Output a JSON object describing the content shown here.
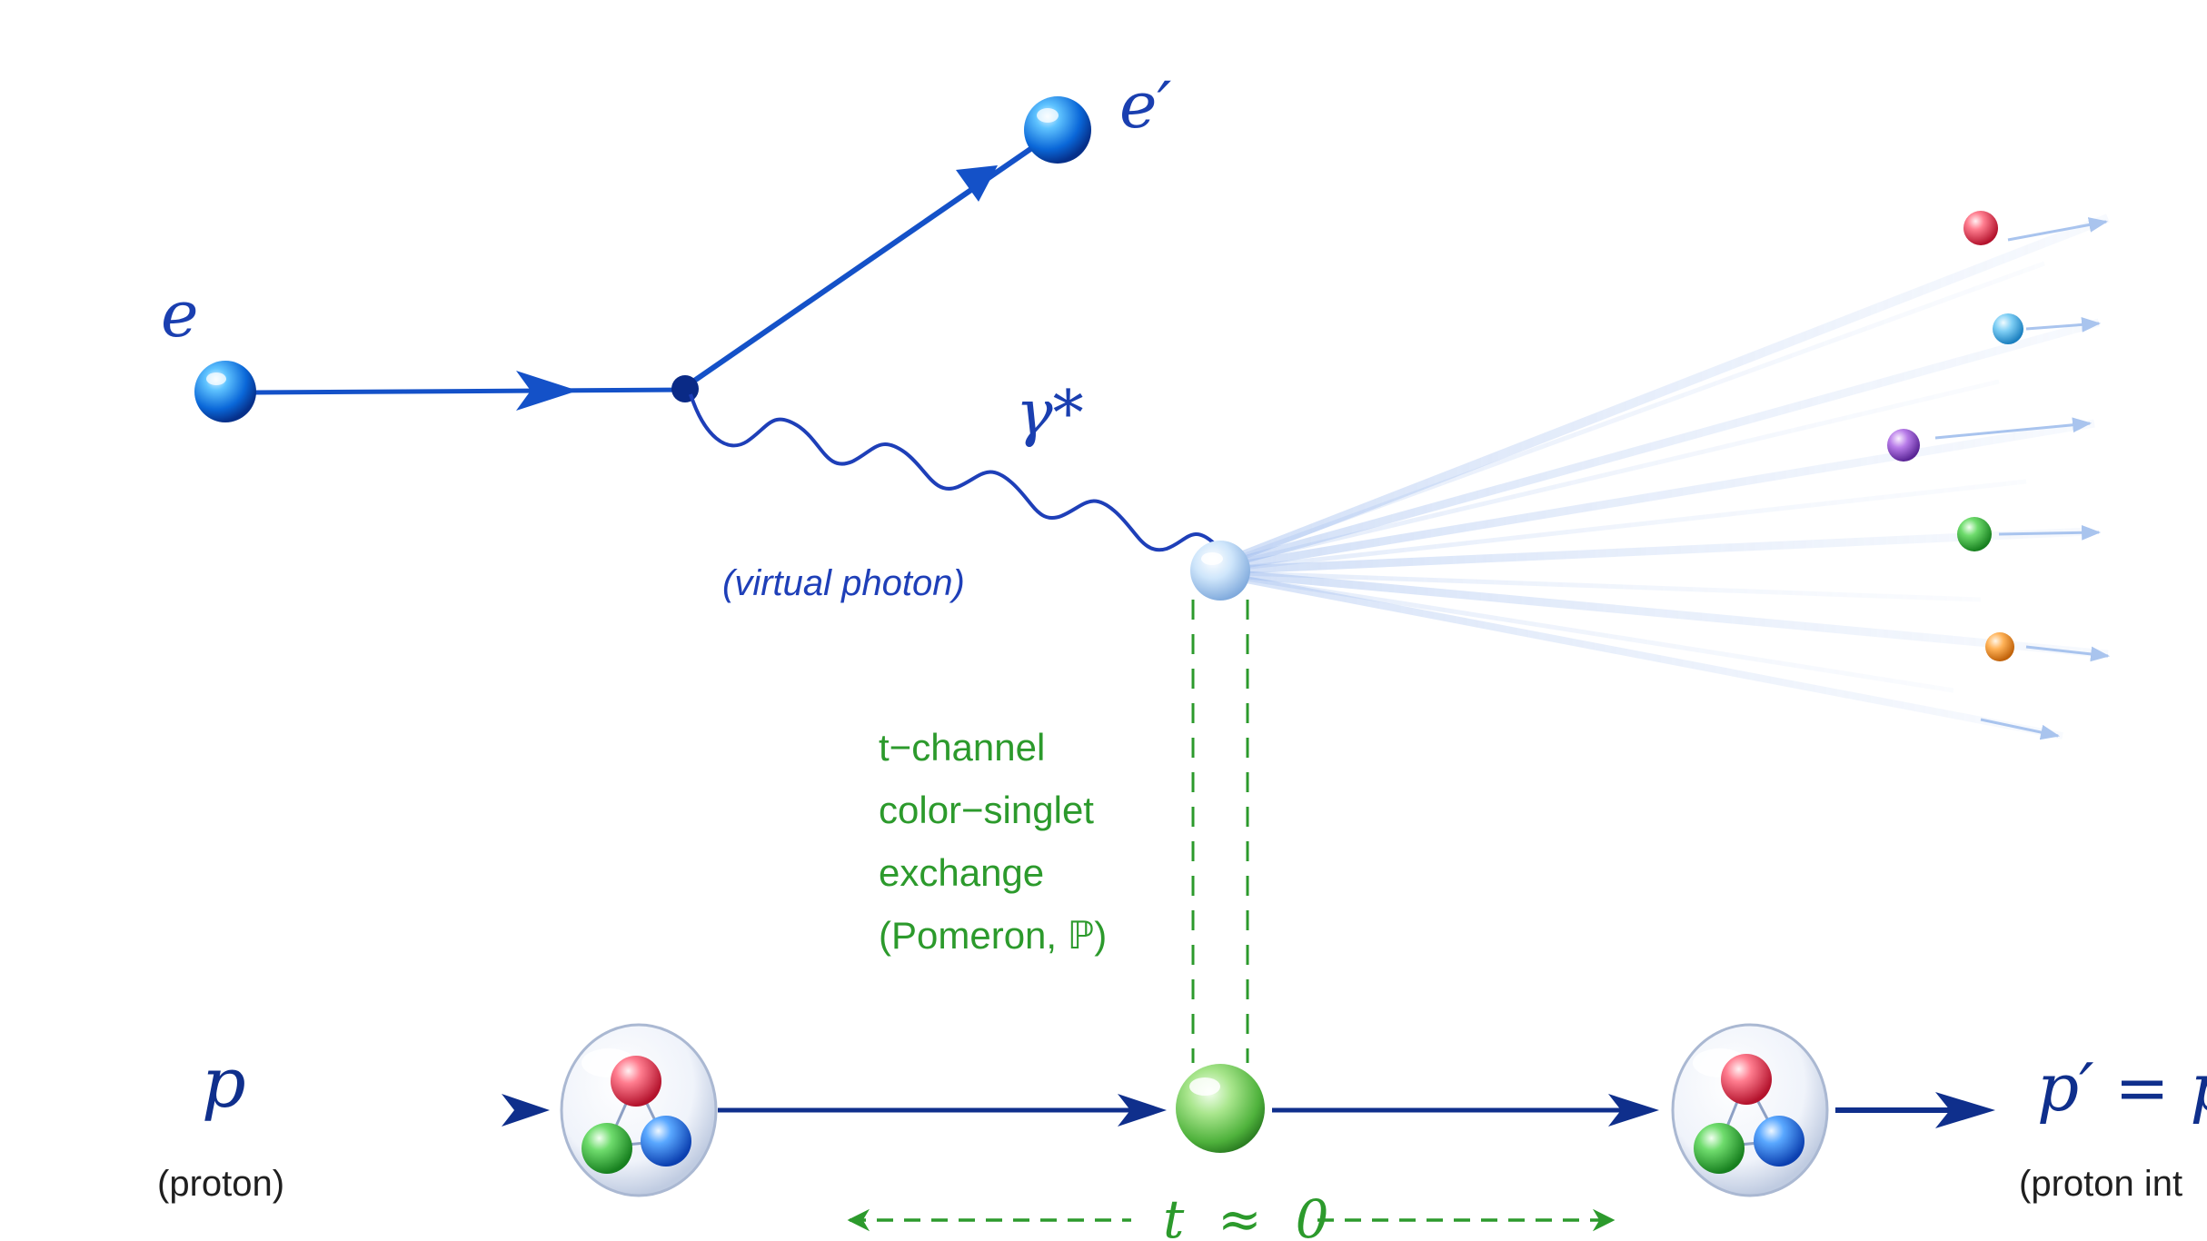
{
  "labels": {
    "electron_in": "e",
    "electron_out": "e′",
    "photon": "γ*",
    "photon_note": "(virtual photon)",
    "proton_in": "p",
    "proton_in_note": "(proton)",
    "proton_out": "p′ = p",
    "proton_out_note": "(proton int",
    "exchange_lines": [
      "t−channel",
      "color−singlet",
      "exchange",
      "(Pomeron, ℙ)"
    ],
    "momentum_transfer": "t  ≈  0"
  },
  "colors": {
    "lepton": "#1451c8",
    "photon": "#1e3fb8",
    "proton_line": "#0f2f8c",
    "exchange": "#2c9a2c",
    "quark_red": "#e0304a",
    "quark_green": "#2fae3c",
    "quark_blue": "#1f6fe0",
    "spray": "#a9c4ee"
  },
  "icons": {
    "electron": "blue-sphere",
    "pomeron": "green-sphere",
    "proton": "three-quark-bag"
  }
}
